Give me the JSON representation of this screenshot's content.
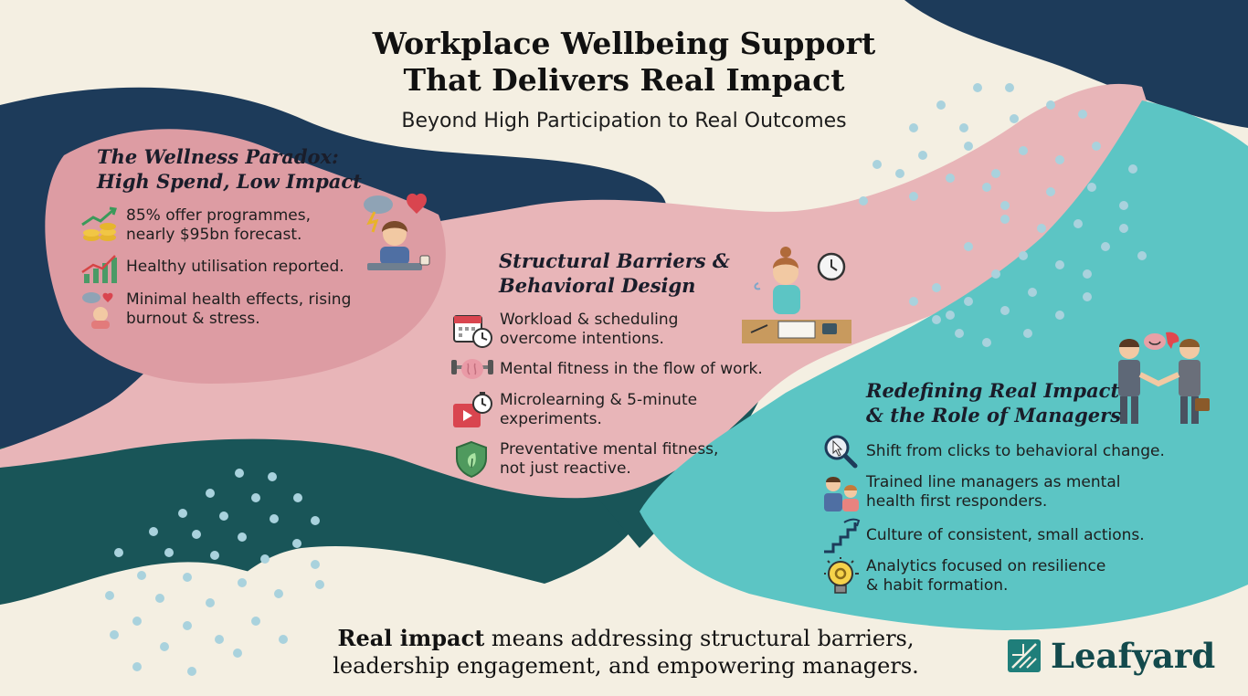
{
  "header": {
    "title_line1": "Workplace Wellbeing Support",
    "title_line2": "That Delivers Real Impact",
    "subtitle": "Beyond High Participation to Real Outcomes"
  },
  "paradox": {
    "title_line1": "The Wellness Paradox:",
    "title_line2": "High Spend, Low Impact",
    "items": [
      {
        "icon": "rising-coins-chart-icon",
        "line1": "85% offer programmes,",
        "line2": "nearly $95bn forecast."
      },
      {
        "icon": "growth-chart-icon",
        "line1": "Healthy utilisation reported.",
        "line2": ""
      },
      {
        "icon": "stressed-person-icon",
        "line1": "Minimal health effects, rising",
        "line2": "burnout & stress."
      }
    ]
  },
  "barriers": {
    "title_line1": "Structural Barriers &",
    "title_line2": "Behavioral Design",
    "items": [
      {
        "icon": "calendar-clock-icon",
        "line1": "Workload & scheduling",
        "line2": "overcome intentions."
      },
      {
        "icon": "brain-dumbbell-icon",
        "line1": "Mental fitness in the flow of work.",
        "line2": ""
      },
      {
        "icon": "video-timer-icon",
        "line1": "Microlearning & 5-minute",
        "line2": "experiments."
      },
      {
        "icon": "shield-leaf-icon",
        "line1": "Preventative mental fitness,",
        "line2": "not just reactive."
      }
    ]
  },
  "impact": {
    "title_line1": "Redefining Real Impact",
    "title_line2": "& the Role of Managers",
    "items": [
      {
        "icon": "magnifier-click-icon",
        "line1": "Shift from clicks to behavioral change.",
        "line2": ""
      },
      {
        "icon": "manager-team-icon",
        "line1": "Trained line managers as mental",
        "line2": "health first responders."
      },
      {
        "icon": "stairs-icon",
        "line1": "Culture of consistent, small actions.",
        "line2": ""
      },
      {
        "icon": "lightbulb-gear-icon",
        "line1": "Analytics focused on resilience",
        "line2": "& habit formation."
      }
    ]
  },
  "footer": {
    "bold": "Real impact",
    "line1_rest": " means addressing structural barriers,",
    "line2": "leadership engagement, and empowering managers."
  },
  "brand": {
    "name": "Leafyard",
    "icon": "leaf-logo-icon"
  },
  "colors": {
    "navy": "#1d3b5a",
    "pink": "#e8b5b8",
    "teal": "#5cc5c4",
    "dark_teal": "#195558",
    "cream": "#f4efe2"
  }
}
